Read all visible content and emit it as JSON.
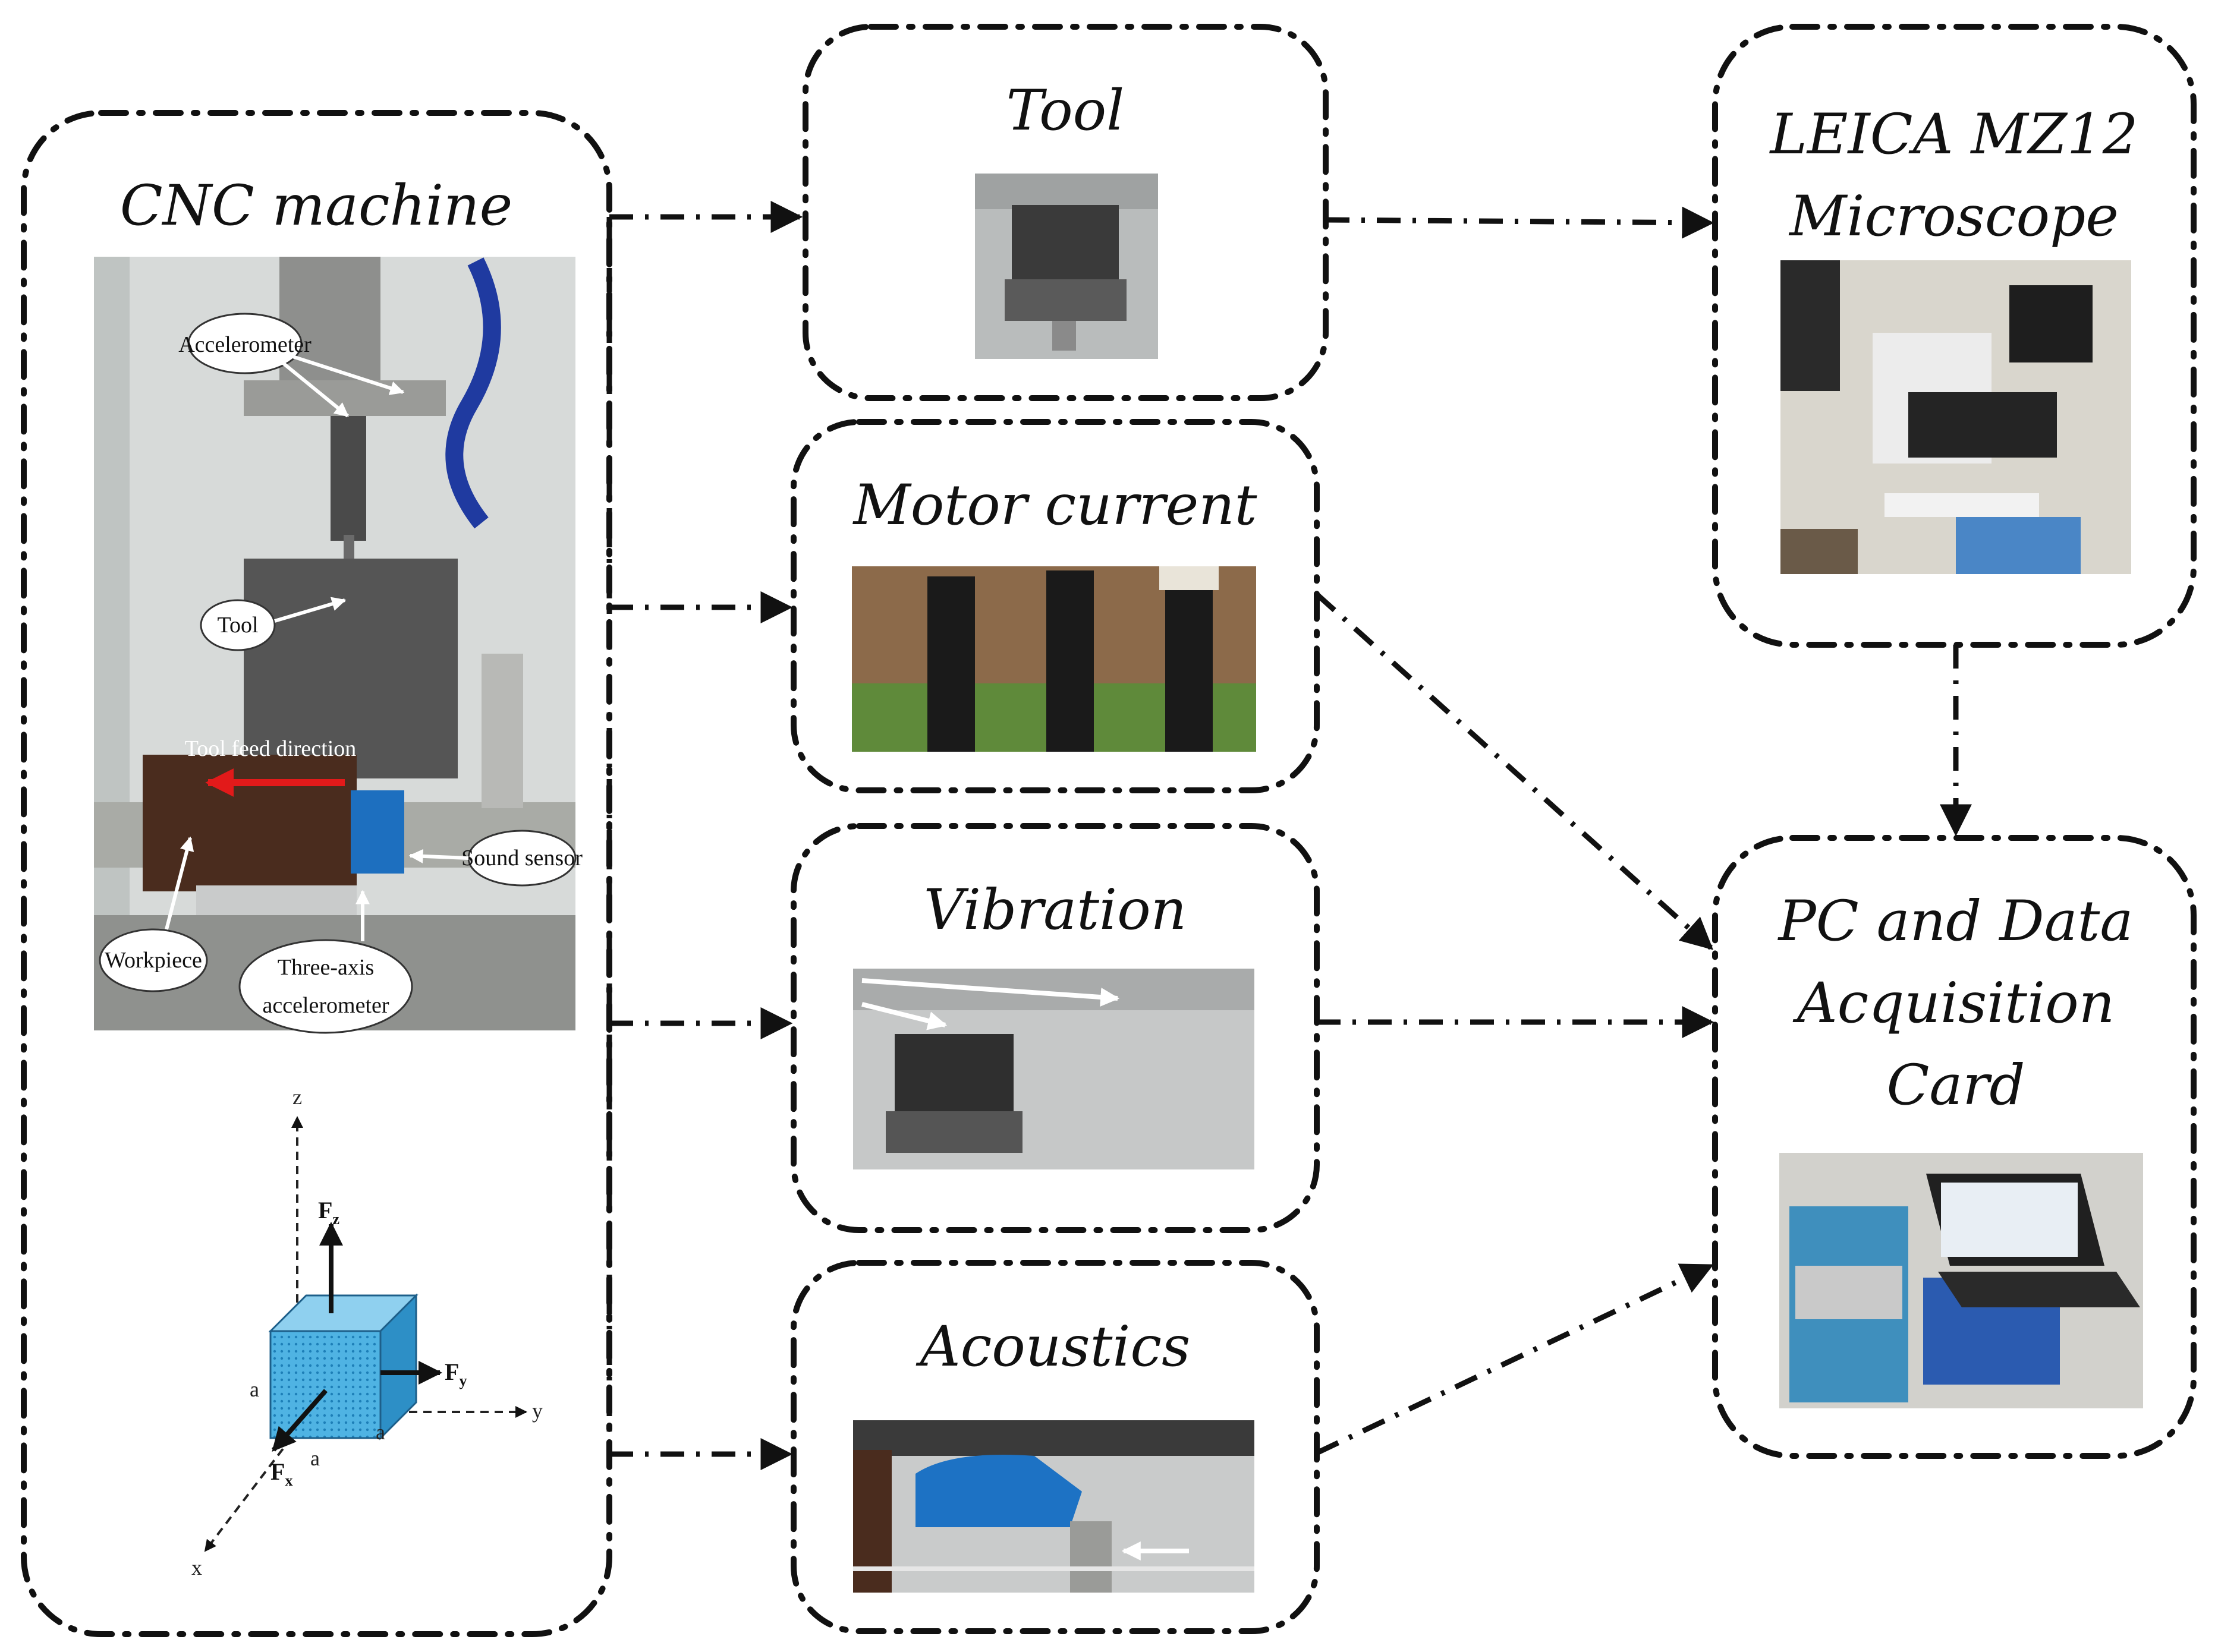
{
  "nodes": {
    "cnc": {
      "title": "CNC machine",
      "photo_labels": {
        "accelerometer": "Accelerometer",
        "tool": "Tool",
        "feed": "Tool feed direction",
        "sound": "Sound sensor",
        "workpiece": "Workpiece",
        "triaxial_1": "Three-axis",
        "triaxial_2": "accelerometer"
      },
      "axes": {
        "z": "z",
        "y": "y",
        "x": "x"
      },
      "forces": {
        "fz": "F",
        "fz_sub": "z",
        "fy": "F",
        "fy_sub": "y",
        "fx": "F",
        "fx_sub": "x"
      },
      "edge_labels": {
        "a1": "a",
        "a2": "a",
        "a3": "a"
      }
    },
    "tool": {
      "title": "Tool"
    },
    "motor": {
      "title": "Motor current"
    },
    "vibration": {
      "title": "Vibration"
    },
    "acoustics": {
      "title": "Acoustics"
    },
    "microscope": {
      "title_line1": "LEICA MZ12",
      "title_line2": "Microscope"
    },
    "pc": {
      "title_line1": "PC and Data",
      "title_line2": "Acquisition",
      "title_line3": "Card"
    }
  },
  "icons": {
    "arrowhead": "triangle-arrow-icon",
    "force_arrow": "arrow-icon"
  }
}
